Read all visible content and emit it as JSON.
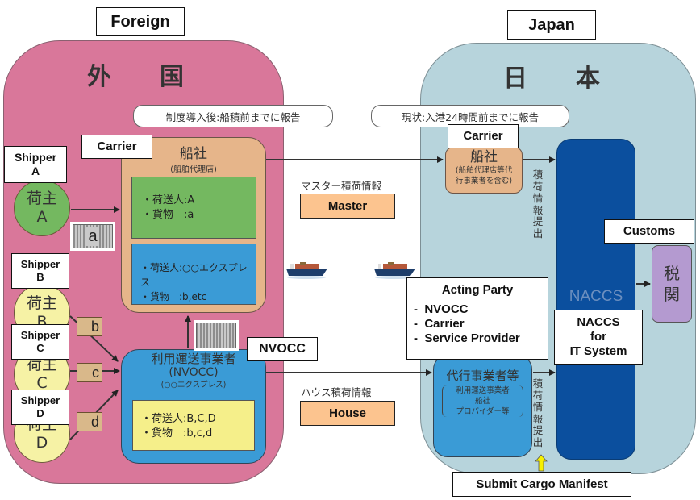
{
  "labels": {
    "foreign": "Foreign",
    "japan": "Japan",
    "carrier_foreign": "Carrier",
    "carrier_japan": "Carrier",
    "shipper_a": "Shipper A",
    "shipper_a_l1": "Shipper",
    "shipper_a_l2": "A",
    "shipper_b_l1": "Shipper",
    "shipper_b_l2": "B",
    "shipper_c_l1": "Shipper",
    "shipper_c_l2": "C",
    "shipper_d_l1": "Shipper",
    "shipper_d_l2": "D",
    "nvocc": "NVOCC",
    "master": "Master",
    "house": "House",
    "customs": "Customs",
    "acting_party_title": "Acting Party",
    "acting_party_items": [
      "-  NVOCC",
      "-  Carrier",
      "-  Service Provider"
    ],
    "naccs_l1": "NACCS",
    "naccs_l2": "for",
    "naccs_l3": "IT System",
    "submit": "Submit Cargo Manifest"
  },
  "foreign": {
    "title": "外　　国",
    "callout": "制度導入後:船積前までに報告",
    "carrier_title": "船社",
    "carrier_sub": "(船舶代理店)",
    "green_line1": "・荷送人:A",
    "green_line2": "・貨物　:a",
    "blue_line1": "・荷送人:○○エクスプレス",
    "blue_line2": "・貨物　:b,etc",
    "nvocc_title": "利用運送事業者",
    "nvocc_sub1": "(NVOCC)",
    "nvocc_sub2": "(○○エクスプレス)",
    "yellow_line1": "・荷送人:B,C,D",
    "yellow_line2": "・貨物　:b,c,d",
    "shippers": [
      {
        "l1": "荷主",
        "l2": "A"
      },
      {
        "l1": "荷主",
        "l2": "B"
      },
      {
        "l1": "荷主",
        "l2": "C"
      },
      {
        "l1": "荷主",
        "l2": "D"
      }
    ],
    "packages": [
      "b",
      "c",
      "d"
    ],
    "container_a": "a"
  },
  "middle": {
    "master_info": "マスター積荷情報",
    "house_info": "ハウス積荷情報"
  },
  "japan": {
    "title": "日　　本",
    "callout": "現状:入港24時間前までに報告",
    "carrier_title": "船社",
    "carrier_sub1": "(船舶代理店等代",
    "carrier_sub2": "行事業者を含む)",
    "submit_vertical": "積荷情報提出",
    "acting_title": "代行事業者等",
    "acting_sub1": "利用運送事業者",
    "acting_sub2": "船社",
    "acting_sub3": "プロバイダー等",
    "naccs": "NACCS",
    "customs_l1": "税",
    "customs_l2": "関"
  },
  "colors": {
    "foreign_bg": "#d9779a",
    "japan_bg": "#b7d4dc",
    "carrier": "#e6b58a",
    "green": "#74b860",
    "blue": "#3a9bd6",
    "yellow": "#f5ef8a",
    "naccs": "#0b4f9e",
    "customs": "#b49ad0",
    "label_orange": "#fcc48f",
    "arrow_yellow": "#f7f000"
  }
}
